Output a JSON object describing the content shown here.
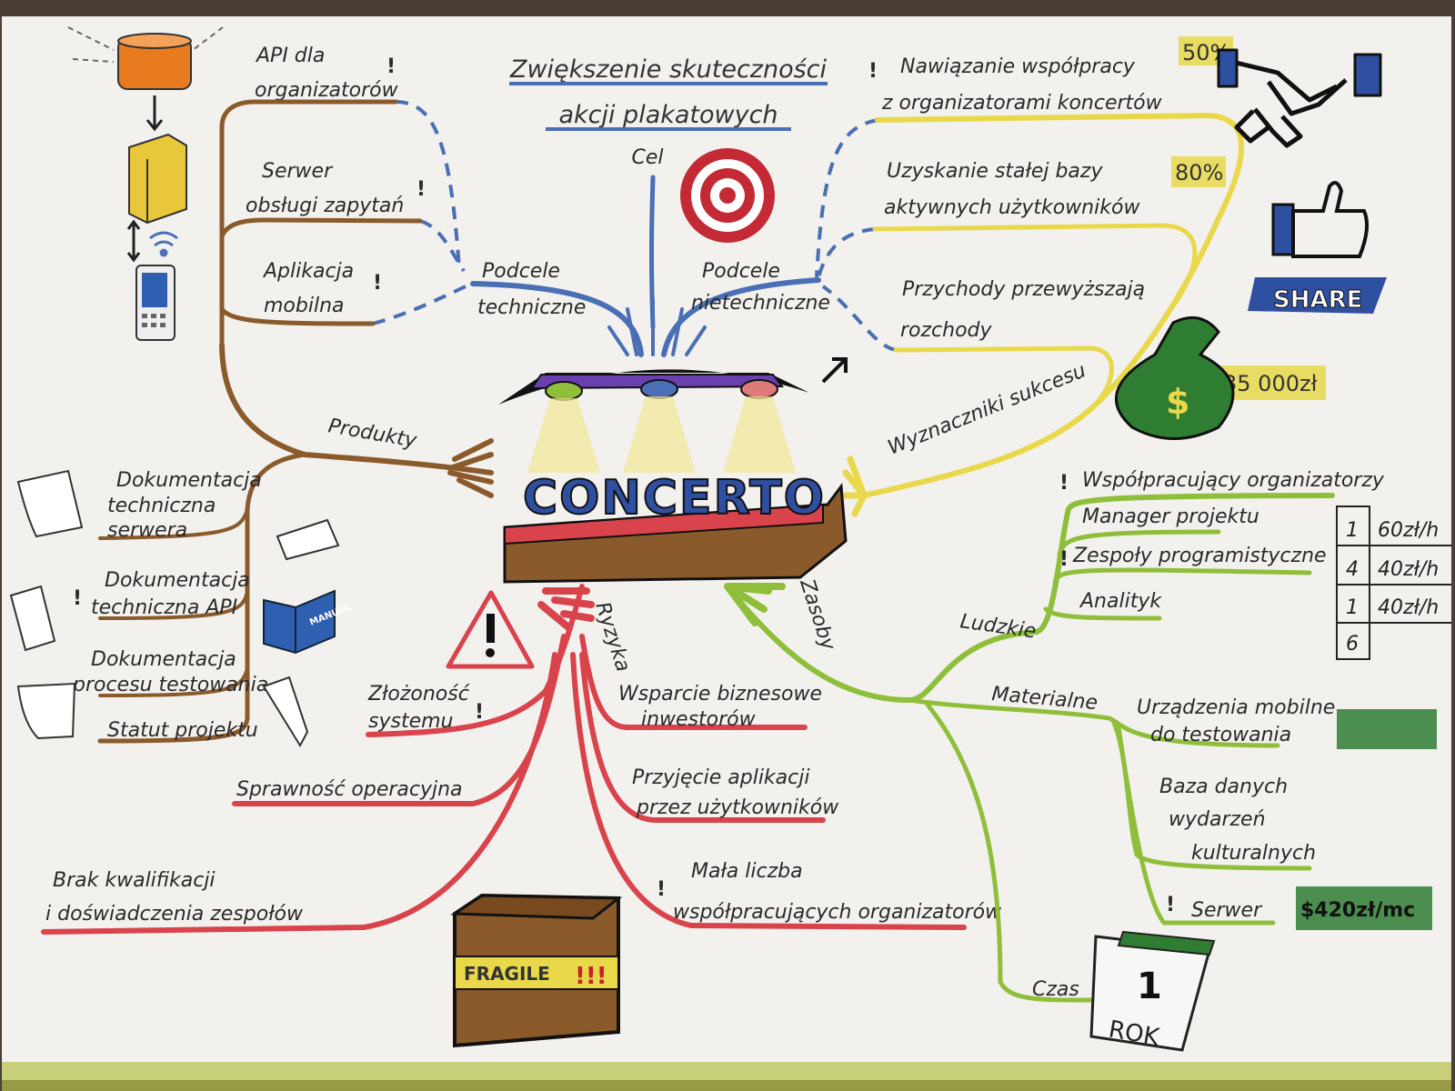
{
  "title": {
    "line1": "Zwiększenie skuteczności",
    "line2": "akcji plakatowych"
  },
  "center": {
    "label": "CONCERTO",
    "goal_label": "Cel"
  },
  "goal_branches": {
    "technical": {
      "line1": "Podcele",
      "line2": "techniczne"
    },
    "nontechnical": {
      "line1": "Podcele",
      "line2": "nietechniczne"
    }
  },
  "technical_subgoals": [
    {
      "line1": "API dla",
      "line2": "organizatorów",
      "mark": "!"
    },
    {
      "line1": "Serwer",
      "line2": "obsługi zapytań",
      "mark": "!"
    },
    {
      "line1": "Aplikacja",
      "line2": "mobilna",
      "mark": "!"
    }
  ],
  "nontechnical_subgoals": [
    {
      "line1": "Nawiązanie współpracy",
      "line2": "z organizatorami koncertów",
      "mark": "!",
      "badge": "50%"
    },
    {
      "line1": "Uzyskanie stałej bazy",
      "line2": "aktywnych użytkowników",
      "badge": "80%"
    },
    {
      "line1": "Przychody przewyższają",
      "line2": "rozchody",
      "badge": "35 000zł"
    }
  ],
  "success_label": "Wyznaczniki sukcesu",
  "share_label": "SHARE",
  "products": {
    "label": "Produkty",
    "items": [
      {
        "line1": "Dokumentacja",
        "line2": "techniczna",
        "line3": "serwera"
      },
      {
        "line1": "Dokumentacja",
        "line2": "techniczna API",
        "mark": "!"
      },
      {
        "line1": "Dokumentacja",
        "line2": "procesu testowania"
      },
      {
        "line1": "Statut projektu"
      }
    ],
    "manual_label": "MANUAL"
  },
  "risks": {
    "label": "Ryzyka",
    "items": [
      {
        "line1": "Złożoność",
        "line2": "systemu",
        "mark": "!"
      },
      {
        "line1": "Sprawność operacyjna"
      },
      {
        "line1": "Brak kwalifikacji",
        "line2": "i doświadczenia zespołów"
      },
      {
        "line1": "Wsparcie biznesowe",
        "line2": "inwestorów"
      },
      {
        "line1": "Przyjęcie aplikacji",
        "line2": "przez użytkowników"
      },
      {
        "line1": "Mała liczba",
        "line2": "współpracujących organizatorów",
        "mark": "!"
      }
    ],
    "fragile_label": "FRAGILE",
    "fragile_marks": "!!!"
  },
  "resources": {
    "label": "Zasoby",
    "human": {
      "label": "Ludzkie",
      "items": [
        {
          "text": "Współpracujący organizatorzy",
          "mark": "!"
        },
        {
          "text": "Manager projektu"
        },
        {
          "text": "Zespoły programistyczne",
          "mark": "!"
        },
        {
          "text": "Analityk"
        }
      ]
    },
    "material": {
      "label": "Materialne",
      "items": [
        {
          "line1": "Urządzenia mobilne",
          "line2": "do testowania"
        },
        {
          "line1": "Baza danych",
          "line2": "wydarzeń",
          "line3": "kulturalnych"
        },
        {
          "line1": "Serwer",
          "mark": "!",
          "badge": "$420zł/mc"
        }
      ]
    },
    "time": {
      "label": "Czas",
      "calendar_number": "1",
      "calendar_word": "ROK"
    }
  },
  "staff_table": [
    {
      "count": "1",
      "rate": "60zł/h"
    },
    {
      "count": "4",
      "rate": "40zł/h"
    },
    {
      "count": "1",
      "rate": "40zł/h"
    },
    {
      "count": "6",
      "rate": ""
    }
  ],
  "colors": {
    "paper": "#f2f1ee",
    "technical": "#4a6fb5",
    "products": "#8a5a2b",
    "success": "#e8d84a",
    "risks": "#d9434b",
    "resources": "#8fbf3a",
    "exclamation": "#c8202a",
    "money_bag": "#2e7d32"
  },
  "icons": [
    "server-db-icon",
    "server-tower-icon",
    "wifi-icon",
    "phone-icon",
    "target-icon",
    "handshake-icon",
    "thumbs-up-icon",
    "money-bag-icon",
    "warning-icon",
    "fragile-box-icon",
    "document-icon",
    "manual-book-icon",
    "calendar-icon",
    "arrow-icon"
  ]
}
